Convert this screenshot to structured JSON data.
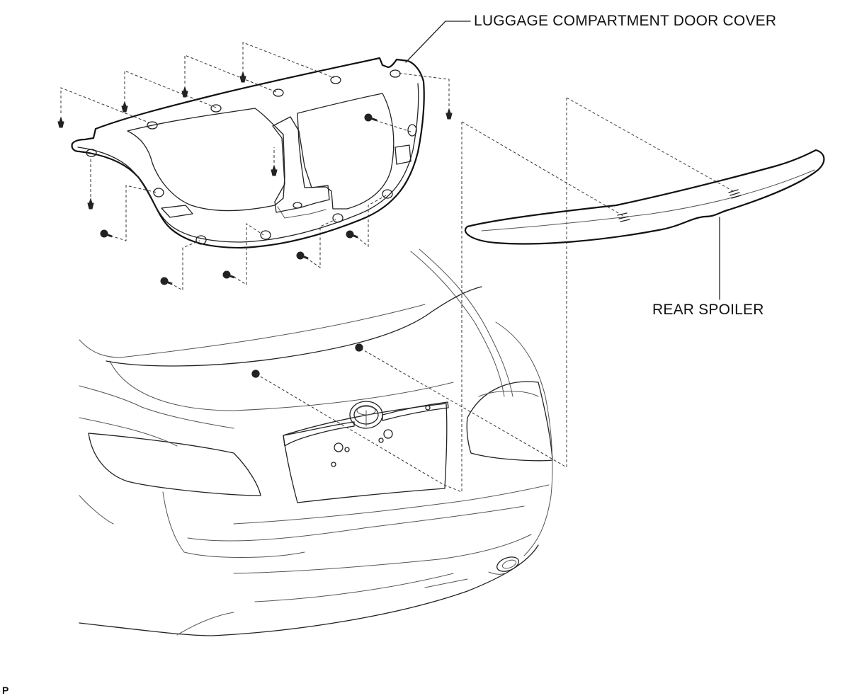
{
  "labels": {
    "luggage_cover": "LUGGAGE COMPARTMENT DOOR COVER",
    "rear_spoiler": "REAR SPOILER"
  },
  "page_code": "P"
}
